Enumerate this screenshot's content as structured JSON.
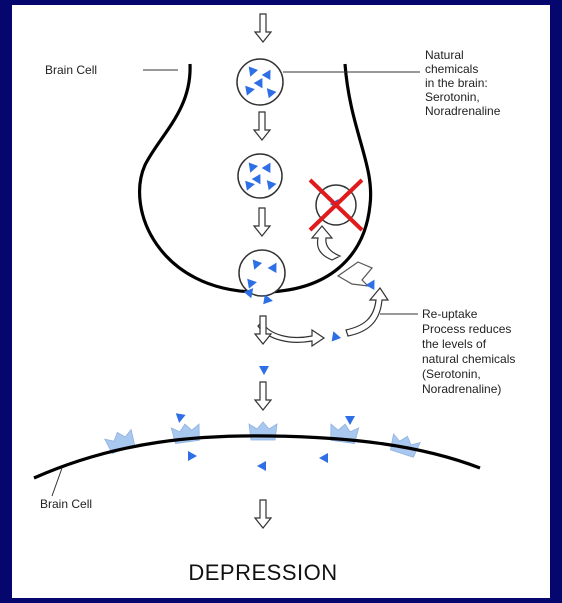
{
  "labels": {
    "brain_cell_top": "Brain Cell",
    "brain_cell_bottom": "Brain Cell",
    "chemicals": [
      "Natural",
      "chemicals",
      "in the brain:",
      "Serotonin,",
      "Noradrenaline"
    ],
    "reuptake": [
      "Re-uptake",
      "Process reduces",
      "the levels of",
      "natural chemicals",
      "(Serotonin,",
      "Noradrenaline)"
    ],
    "title": "DEPRESSION"
  },
  "colors": {
    "frame": "#06066f",
    "molecule": "#2f6fe6",
    "receptor": "#a9c8f0",
    "cross": "#e01b1b",
    "membrane": "#000000"
  }
}
